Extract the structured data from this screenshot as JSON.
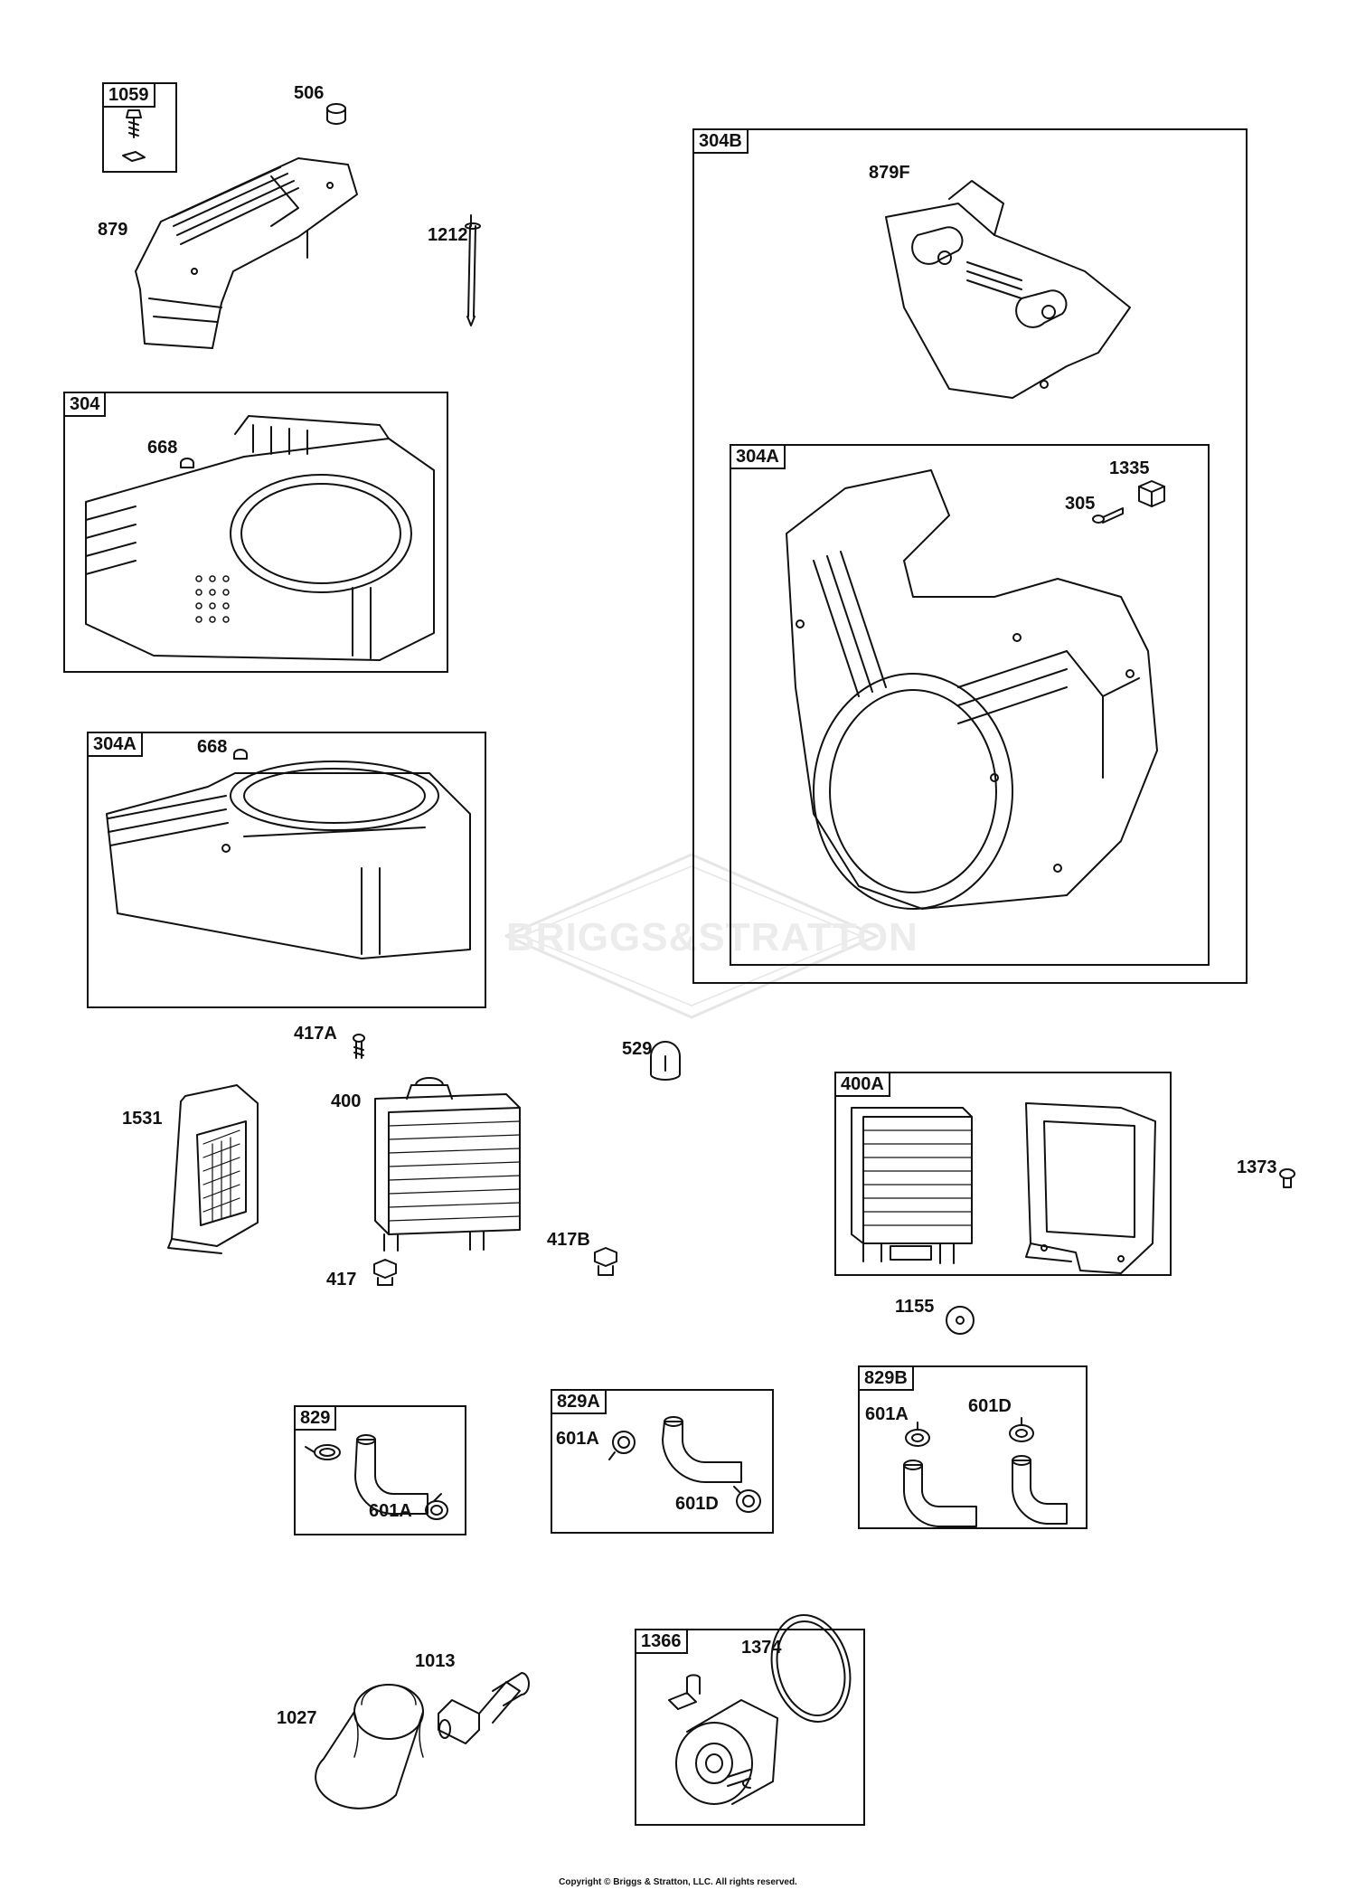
{
  "watermark": {
    "brand": "BRIGGS&STRATTON"
  },
  "footer": {
    "copyright": "Copyright © Briggs & Stratton, LLC. All rights reserved."
  },
  "boxes": {
    "b1059": "1059",
    "b304": "304",
    "b304a_left": "304A",
    "b304b": "304B",
    "b304a_inner": "304A",
    "b400a": "400A",
    "b829": "829",
    "b829a": "829A",
    "b829b": "829B",
    "b1366": "1366"
  },
  "labels": {
    "p506": "506",
    "p879": "879",
    "p1212": "1212",
    "p668_a": "668",
    "p668_b": "668",
    "p879f": "879F",
    "p1335": "1335",
    "p305": "305",
    "p417a": "417A",
    "p529": "529",
    "p400": "400",
    "p1531": "1531",
    "p1373": "1373",
    "p417": "417",
    "p417b": "417B",
    "p1155": "1155",
    "p601a_829": "601A",
    "p601a_829a": "601A",
    "p601d_829a": "601D",
    "p601a_829b": "601A",
    "p601d_829b": "601D",
    "p1013": "1013",
    "p1027": "1027",
    "p1374": "1374"
  }
}
